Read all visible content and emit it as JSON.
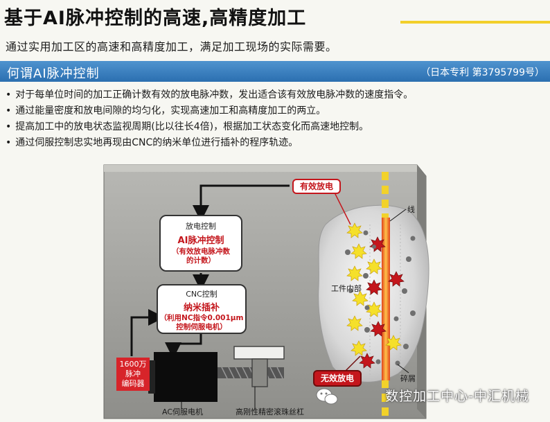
{
  "header": {
    "title": "基于AI脉冲控制的高速,高精度加工",
    "subtitle": "通过实用加工区的高速和高精度加工，满足加工现场的实际需要。"
  },
  "section": {
    "title": "何谓AI脉冲控制",
    "patent": "（日本专利  第3795799号）"
  },
  "bullets": [
    "对于每单位时间的加工正确计数有效的放电脉冲数，发出适合该有效放电脉冲数的速度指令。",
    "通过能量密度和放电间隙的均匀化，实现高速加工和高精度加工的两立。",
    "提高加工中的放电状态监视周期(比以往长4倍)，根据加工状态变化而高速地控制。",
    "通过伺服控制忠实地再现由CNC的纳米单位进行插补的程序轨迹。"
  ],
  "diagram": {
    "discharge_box": {
      "title": "放电控制",
      "main": "AI脉冲控制",
      "sub_line1": "（有效放电脉冲数",
      "sub_line2": "的计数）"
    },
    "cnc_box": {
      "title": "CNC控制",
      "main": "纳米插补",
      "sub_line1": "（利用NC指令0.001μm",
      "sub_line2": "控制伺服电机）"
    },
    "encoder": {
      "line1": "1600万",
      "line2": "脉冲",
      "line3": "编码器"
    },
    "labels": {
      "effective": "有效放电",
      "ineffective": "无效放电",
      "wire": "线",
      "workpiece": "工件内部",
      "debris": "碎屑",
      "motor": "AC伺服电机",
      "ballscrew": "高刚性精密滚珠丝杠"
    },
    "watermark": "数控加工中心-中汇机械",
    "colors": {
      "accent_red": "#c4161c",
      "band_blue": "#2b6fb0",
      "dashed_yellow": "#f2d22a",
      "wire_orange": "#e8751a"
    }
  }
}
